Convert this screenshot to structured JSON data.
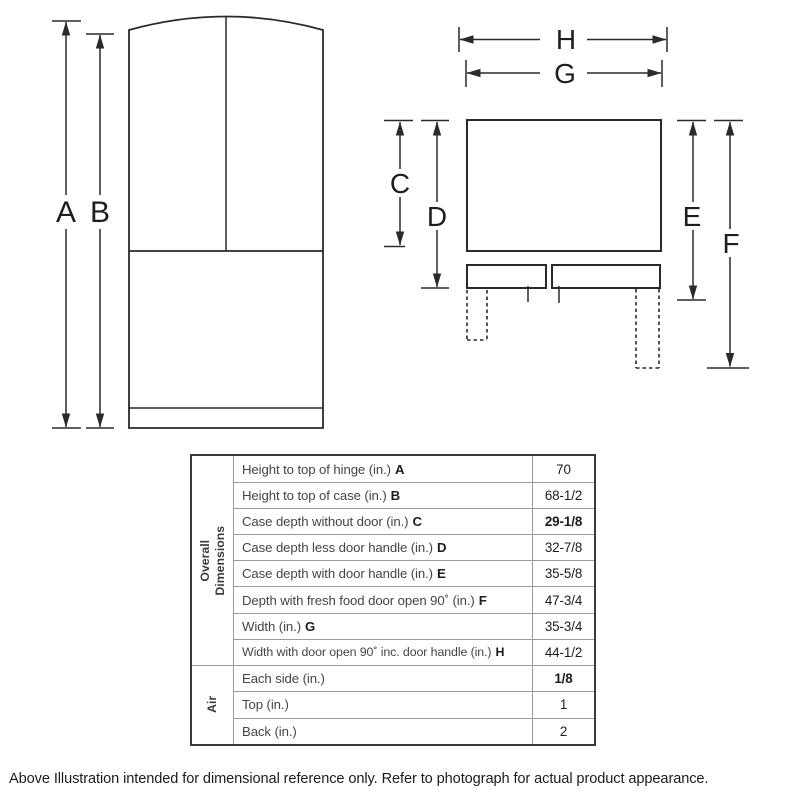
{
  "diagram": {
    "labels": {
      "a": "A",
      "b": "B",
      "c": "C",
      "d": "D",
      "e": "E",
      "f": "F",
      "g": "G",
      "h": "H"
    }
  },
  "table": {
    "section_overall": {
      "line1": "Overall",
      "line2": "Dimensions"
    },
    "section_air": {
      "label": "Air"
    },
    "rows": [
      {
        "label": "Height to top of hinge (in.)",
        "key": "A",
        "value": "70"
      },
      {
        "label": "Height to top of case (in.)",
        "key": "B",
        "value": "68-1/2"
      },
      {
        "label": "Case depth without door (in.)",
        "key": "C",
        "value": "29-1/8"
      },
      {
        "label": "Case depth less door handle (in.)",
        "key": "D",
        "value": "32-7/8"
      },
      {
        "label": "Case depth with door handle (in.)",
        "key": "E",
        "value": "35-5/8"
      },
      {
        "label": "Depth with fresh food door open 90˚ (in.)",
        "key": "F",
        "value": "47-3/4"
      },
      {
        "label": "Width (in.)",
        "key": "G",
        "value": "35-3/4"
      },
      {
        "label": "Width with door open 90˚ inc. door handle (in.)",
        "key": "H",
        "value": "44-1/2"
      },
      {
        "label": "Each side (in.)",
        "key": "",
        "value": "1/8"
      },
      {
        "label": "Top (in.)",
        "key": "",
        "value": "1"
      },
      {
        "label": "Back (in.)",
        "key": "",
        "value": "2"
      }
    ]
  },
  "footer_note": "Above Illustration intended for dimensional reference only. Refer to photograph for actual product appearance.",
  "colors": {
    "line": "#2a2a2a",
    "table_border": "#3b3b3b",
    "grid_line": "#9a9a9a",
    "label_text": "#454545",
    "value_text": "#1d1d1d"
  }
}
